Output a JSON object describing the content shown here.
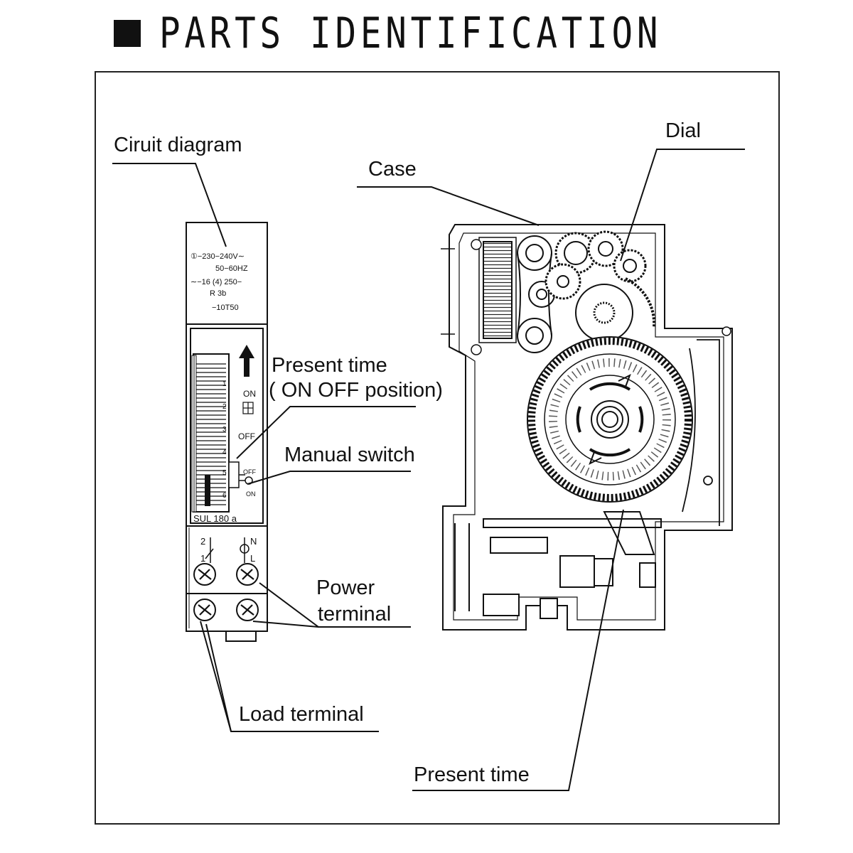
{
  "title": "PARTS IDENTIFICATION",
  "labels": {
    "circuit_diagram": "Ciruit diagram",
    "dial": "Dial",
    "case": "Case",
    "present_time_on_off_1": "Present time",
    "present_time_on_off_2": "( ON OFF position)",
    "manual_switch": "Manual switch",
    "power_terminal_1": "Power",
    "power_terminal_2": "terminal",
    "load_terminal": "Load terminal",
    "present_time": "Present time"
  },
  "device": {
    "voltage": "①−230−240V∼",
    "frequency": "50−60HZ",
    "rating": "∼−16  (4)  250−",
    "mode": "R     3b",
    "model": "−10T50",
    "on": "ON",
    "off": "OFF",
    "switch_off": "OFF",
    "switch_on": "ON",
    "scale_1": "1",
    "scale_2": "2",
    "scale_3": "3",
    "scale_4": "4",
    "scale_5": "5",
    "scale_6": "6",
    "base_label": "SUL  180  a",
    "term_2": "2",
    "term_1": "1",
    "term_n": "N",
    "term_l": "L"
  }
}
